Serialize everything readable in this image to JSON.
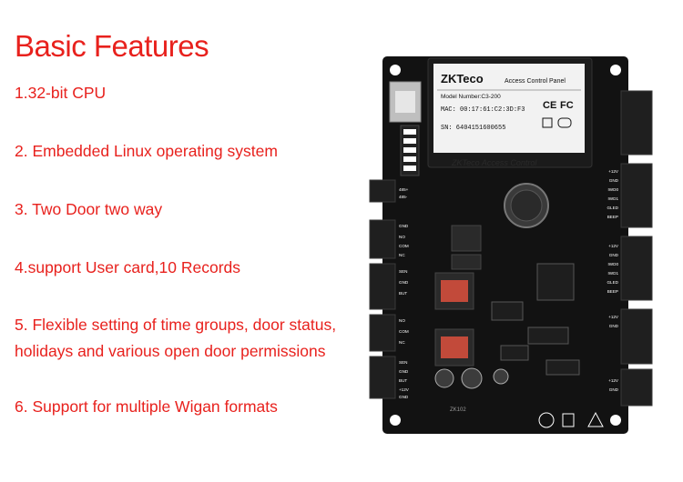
{
  "title": "Basic Features",
  "features": [
    "1.32-bit CPU",
    "2. Embedded Linux operating system",
    "3. Two Door two way",
    "4.support User card,10 Records",
    "5. Flexible setting of time groups, door status,",
    "holidays and various open door permissions",
    "6. Support for multiple Wigan formats"
  ],
  "board": {
    "brand": "ZKTeco",
    "panel_title": "Access Control Panel",
    "model_line": "Model Number:C3-200",
    "mac_line": "MAC: 00:17:61:C2:3D:F3",
    "sn_line": "SN: 6404151600655",
    "silk_heading": "ZKTeco Access Control",
    "board_code": "ZK102",
    "cert_ce": "CE",
    "cert_fc": "FC",
    "left_pin_labels": [
      "485+",
      "485-",
      "GND",
      "NO",
      "COM",
      "NC",
      "SEN",
      "GND",
      "BUT",
      "NO",
      "COM",
      "NC",
      "SEN",
      "GND",
      "BUT",
      "+12V",
      "GND"
    ],
    "right_pin_labels": [
      "+12V",
      "GND",
      "IWD0",
      "IWD1",
      "GLED",
      "BEEP",
      "+12V",
      "GND",
      "IWD0",
      "IWD1",
      "GLED",
      "BEEP",
      "+12V",
      "GND",
      "+12V",
      "GND"
    ]
  },
  "colors": {
    "accent": "#e8211d",
    "board": "#121212",
    "connector": "#1f1f1f",
    "label": "#ffffff"
  }
}
